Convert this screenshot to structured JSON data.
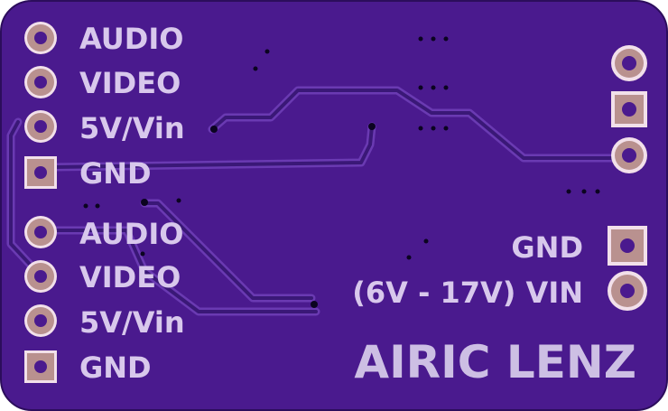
{
  "board": {
    "colors": {
      "substrate": "#4a1a8e",
      "substrate_edge": "#2c0d5c",
      "pad_ring": "#f2e0ea",
      "pad_copper": "#b9918f",
      "pad_hole": "#4a1a8e",
      "silkscreen": "#d8c8ec",
      "via": "#0b0420"
    },
    "left_header_a": {
      "pins": [
        {
          "label": "AUDIO",
          "shape": "round"
        },
        {
          "label": "VIDEO",
          "shape": "round"
        },
        {
          "label": "5V/Vin",
          "shape": "round"
        },
        {
          "label": "GND",
          "shape": "square"
        }
      ]
    },
    "left_header_b": {
      "pins": [
        {
          "label": "AUDIO",
          "shape": "round"
        },
        {
          "label": "VIDEO",
          "shape": "round"
        },
        {
          "label": "5V/Vin",
          "shape": "round"
        },
        {
          "label": "GND",
          "shape": "square"
        }
      ]
    },
    "right_header": {
      "pins": [
        {
          "shape": "round"
        },
        {
          "shape": "square"
        },
        {
          "shape": "round"
        }
      ]
    },
    "power_header": {
      "gnd_label": "GND",
      "vin_label": "(6V - 17V) VIN"
    },
    "brand": "AIRIC LENZ"
  }
}
